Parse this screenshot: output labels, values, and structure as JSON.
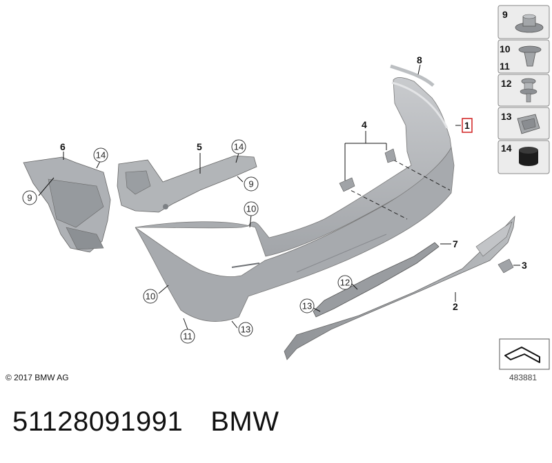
{
  "diagram": {
    "callouts": {
      "c1": "1",
      "c2": "2",
      "c3": "3",
      "c4": "4",
      "c5": "5",
      "c6": "6",
      "c7": "7",
      "c8": "8",
      "c9a": "9",
      "c9b": "9",
      "c10a": "10",
      "c10b": "10",
      "c11": "11",
      "c12": "12",
      "c13a": "13",
      "c13b": "13",
      "c14a": "14",
      "c14b": "14"
    },
    "legend": [
      {
        "num": "9"
      },
      {
        "num": "10",
        "num2": "11"
      },
      {
        "num": "12"
      },
      {
        "num": "13"
      },
      {
        "num": "14"
      }
    ],
    "copyright": "© 2017 BMW AG",
    "diagram_number": "483881"
  },
  "caption": {
    "part_number": "51128091991",
    "brand": "BMW"
  },
  "colors": {
    "part_fill": "#b4b6b9",
    "part_dark": "#8e9195",
    "highlight_box": "#d01f1f",
    "legend_bg": "#eeeeee"
  }
}
